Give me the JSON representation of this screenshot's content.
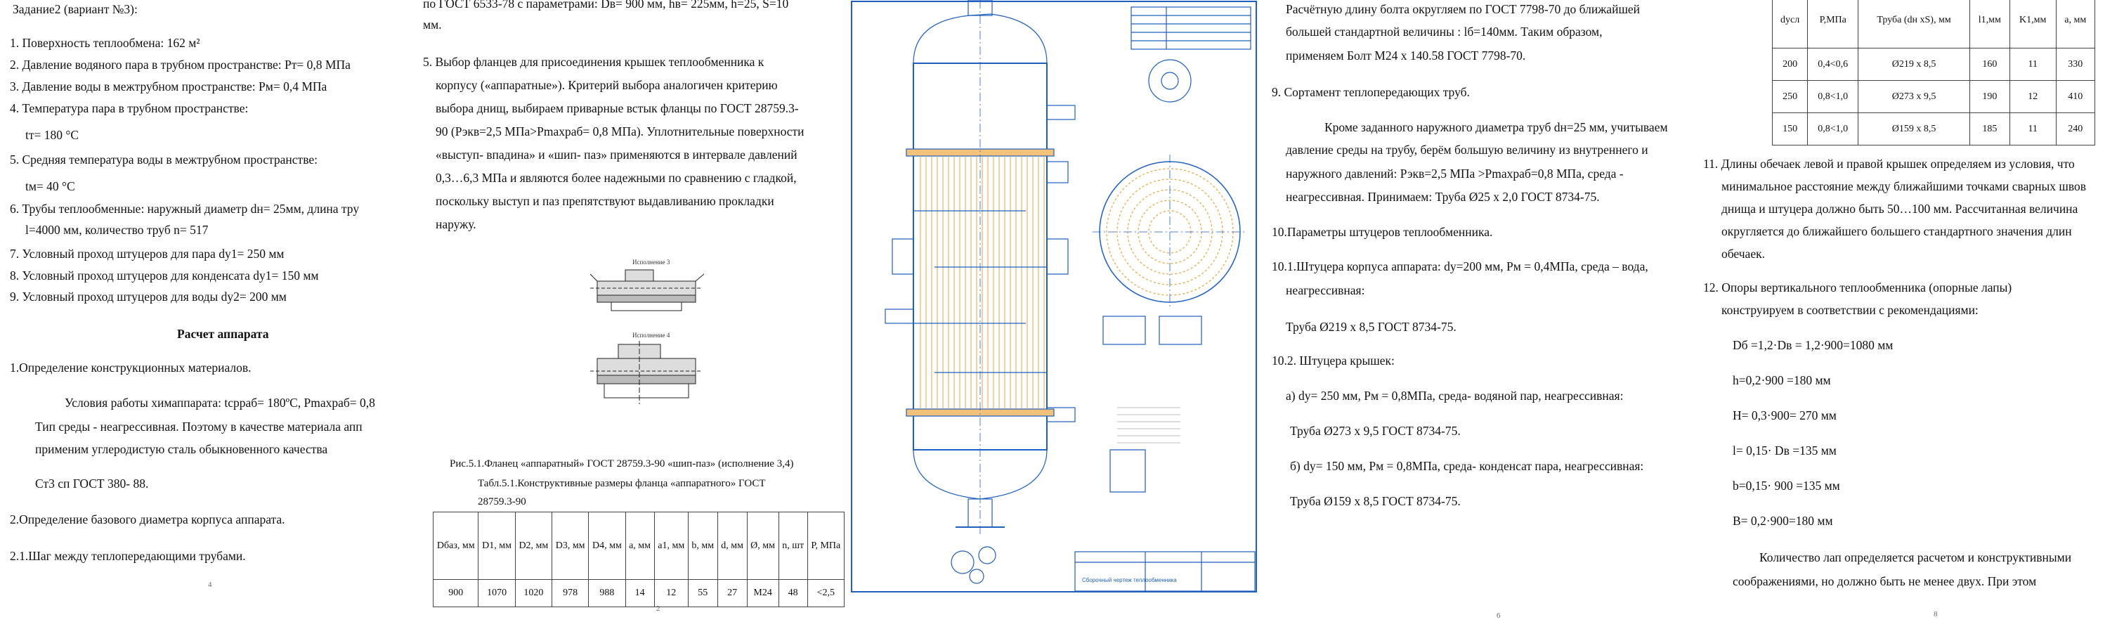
{
  "page1": {
    "title": "Задание2 (вариант №3):",
    "items": [
      "1.  Поверхность теплообмена: 162 м²",
      "2.  Давление водяного пара в трубном пространстве: Рт= 0,8 МПа",
      "3.  Давление воды в межтрубном пространстве: Рм= 0,4 МПа",
      "4.  Температура пара в трубном пространстве:",
      "tт= 180 °С",
      "5.  Средняя температура воды в межтрубном пространстве:",
      "tм= 40 °С",
      "6.  Трубы теплообменные: наружный диаметр dн= 25мм, длина тру",
      "l=4000 мм, количество труб n= 517",
      "7.  Условный проход штуцеров для пара dу1= 250 мм",
      "8.  Условный проход штуцеров для конденсата dу1= 150 мм",
      "9.  Условный проход штуцеров для воды dу2= 200 мм"
    ],
    "heading": "Расчет аппарата",
    "section1": "1.Определение конструкционных материалов.",
    "para1": [
      "Условия работы химаппарата: tсрраб= 180ºС, Рmaxраб= 0,8",
      "Тип среды -  неагрессивная. Поэтому в качестве материала апп",
      "применим углеродистую сталь обыкновенного качества"
    ],
    "steel": "Ст3 сп ГОСТ 380- 88.",
    "section2": "2.Определение базового диаметра корпуса аппарата.",
    "section21": "2.1.Шаг между теплопередающими трубами.",
    "page_number": "4"
  },
  "page2": {
    "top_line": "по ГОСТ 6533-78 с параметрами:  Dв= 900 мм, hв= 225мм, h=25, S=10",
    "top_line2": "мм.",
    "para5": [
      "5. Выбор фланцев для присоединения крышек теплообменника к",
      "корпусу («аппаратные»).  Критерий выбора аналогичен критерию",
      "выбора днищ, выбираем приварные встык фланцы по ГОСТ 28759.3-",
      "90 (Рэкв=2,5 МПа>Рmaxраб= 0,8 МПа). Уплотнительные поверхности",
      "«выступ- впадина» и «шип- паз» применяются в интервале давлений",
      "0,3…6,3 МПа и являются более надежными по сравнению с гладкой,",
      "поскольку выступ и паз препятствуют выдавливанию прокладки",
      "наружу."
    ],
    "fig_caption": "Рис.5.1.Фланец «аппаратный» ГОСТ 28759.3-90 «шип-паз» (исполнение 3,4)",
    "table_caption": "Табл.5.1.Конструктивные размеры фланца  «аппаратного» ГОСТ",
    "table_caption2": "28759.3-90",
    "table_header": [
      "Dбаз, мм",
      "D1, мм",
      "D2, мм",
      "D3, мм",
      "D4, мм",
      "a, мм",
      "a1, мм",
      "b, мм",
      "d, мм",
      "Ø, мм",
      "n, шт",
      "Р, МПа"
    ],
    "table_row": [
      "900",
      "1070",
      "1020",
      "978",
      "988",
      "14",
      "12",
      "55",
      "27",
      "М24",
      "48",
      "<2,5"
    ],
    "page_number": "2"
  },
  "page3": {
    "drawing_label": "Сборочный чертеж теплообменника"
  },
  "page4": {
    "lines": [
      "Расчётную длину болта округляем по ГОСТ 7798-70 до ближайшей",
      "большей стандартной величины : lб=140мм. Таким образом,",
      "применяем Болт М24 х 140.58 ГОСТ 7798-70."
    ],
    "section9": "9. Сортамент теплопередающих труб.",
    "para9": [
      "Кроме заданного наружного диаметра труб dн=25 мм, учитываем",
      "давление среды на трубу, берём большую величину из внутреннего  и",
      "наружного давлений: Рэкв=2,5 МПа >Рmaxраб=0,8 МПа, среда -",
      "неагрессивная.  Принимаем:  Труба Ø25 х 2,0 ГОСТ 8734-75."
    ],
    "section10": "10.Параметры штуцеров теплообменника.",
    "section101": [
      "10.1.Штуцера корпуса аппарата: dу=200 мм, Рм = 0,4МПа, среда – вода,",
      "неагрессивная:"
    ],
    "pipe1": "Труба Ø219 х 8,5 ГОСТ 8734-75.",
    "section102": "10.2. Штуцера крышек:",
    "item_a": "а)  dу= 250 мм, Рм = 0,8МПа, среда- водяной пар, неагрессивная:",
    "pipe_a": "Труба Ø273 х 9,5 ГОСТ 8734-75.",
    "item_b": "б)  dу= 150 мм, Рм = 0,8МПа, среда- конденсат пара, неагрессивная:",
    "pipe_b": "Труба Ø159 х 8,5 ГОСТ 8734-75.",
    "page_number": "6"
  },
  "page5": {
    "table_header": [
      "dусл",
      "Р,МПа",
      "Труба (dн хS), мм",
      "l1,мм",
      "K1,мм",
      "a, мм"
    ],
    "table_rows": [
      [
        "200",
        "0,4<0,6",
        "Ø219 х 8,5",
        "160",
        "11",
        "330"
      ],
      [
        "250",
        "0,8<1,0",
        "Ø273 х 9,5",
        "190",
        "12",
        "410"
      ],
      [
        "150",
        "0,8<1,0",
        "Ø159 х 8,5",
        "185",
        "11",
        "240"
      ]
    ],
    "para11": [
      "11. Длины обечаек левой и правой крышек определяем из условия, что",
      "минимальное расстояние между ближайшими точками сварных швов",
      "днища и штуцера должно быть 50…100 мм. Рассчитанная величина",
      "округляется до ближайшего большего стандартного значения длин",
      "обечаек."
    ],
    "para12": [
      "12. Опоры вертикального теплообменника (опорные лапы)",
      "конструируем в соответствии  с  рекомендациями:"
    ],
    "formulas": [
      "Dб =1,2·Dв = 1,2·900=1080 мм",
      "h=0,2·900 =180 мм",
      "H= 0,3·900= 270 мм",
      "l= 0,15· Dв =135 мм",
      "b=0,15· 900 =135 мм",
      "B= 0,2·900=180 мм"
    ],
    "para_last": [
      "Количество лап определяется расчетом и конструктивными",
      "соображениями, но должно быть не менее двух. При этом"
    ],
    "page_number": "8"
  },
  "colors": {
    "drawing_blue": "#1f5fbf",
    "tube_orange": "#e8a33a"
  }
}
